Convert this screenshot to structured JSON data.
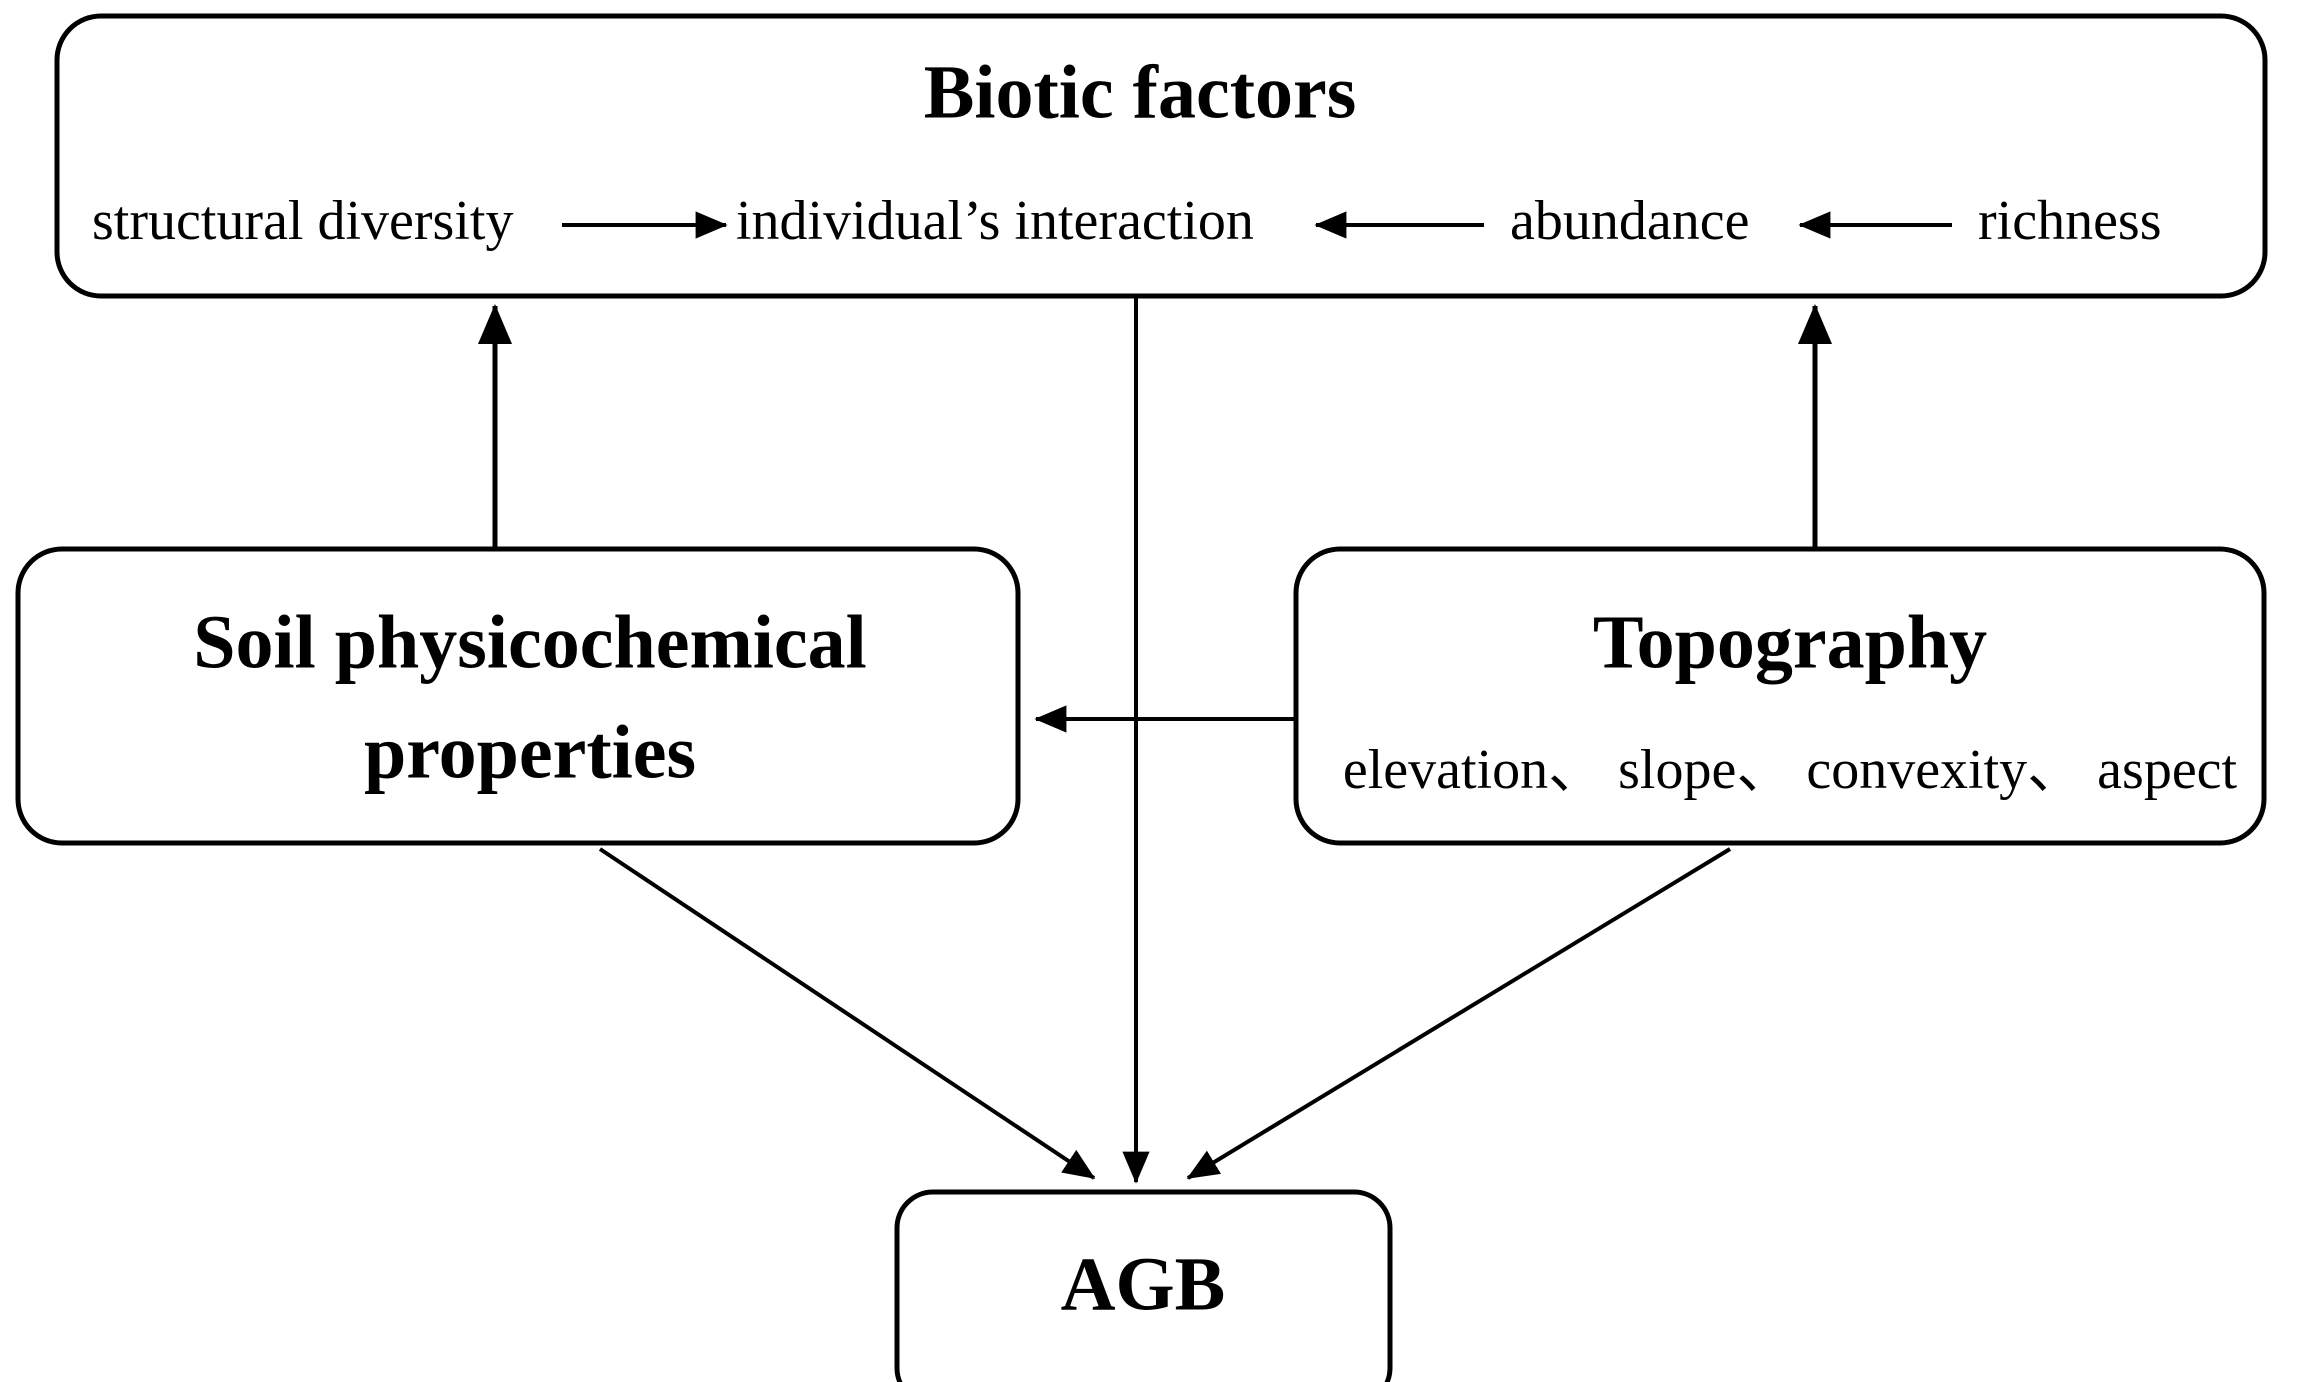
{
  "diagram": {
    "type": "flow-diagram",
    "background_color": "#ffffff",
    "line_color": "#000000",
    "nodes": {
      "biotic": {
        "title": "Biotic factors",
        "terms": [
          "structural diversity",
          "individual’s interaction",
          "abundance",
          "richness"
        ]
      },
      "soil": {
        "title_line1": "Soil physicochemical",
        "title_line2": "properties"
      },
      "topography": {
        "title": "Topography",
        "subtitle": "elevation、 slope、 convexity、 aspect",
        "factors": [
          "elevation",
          "slope",
          "convexity",
          "aspect"
        ],
        "separator": "、"
      },
      "agb": {
        "title": "AGB"
      }
    },
    "edges": [
      {
        "from": "structural diversity",
        "to": "individual’s interaction",
        "direction": "right"
      },
      {
        "from": "abundance",
        "to": "individual’s interaction",
        "direction": "left"
      },
      {
        "from": "richness",
        "to": "abundance",
        "direction": "left"
      },
      {
        "from": "soil",
        "to": "biotic",
        "direction": "up"
      },
      {
        "from": "topography",
        "to": "biotic",
        "direction": "up"
      },
      {
        "from": "topography",
        "to": "soil",
        "direction": "left"
      },
      {
        "from": "biotic",
        "to": "agb",
        "direction": "down"
      },
      {
        "from": "soil",
        "to": "agb",
        "direction": "down-right"
      },
      {
        "from": "topography",
        "to": "agb",
        "direction": "down-left"
      }
    ]
  }
}
